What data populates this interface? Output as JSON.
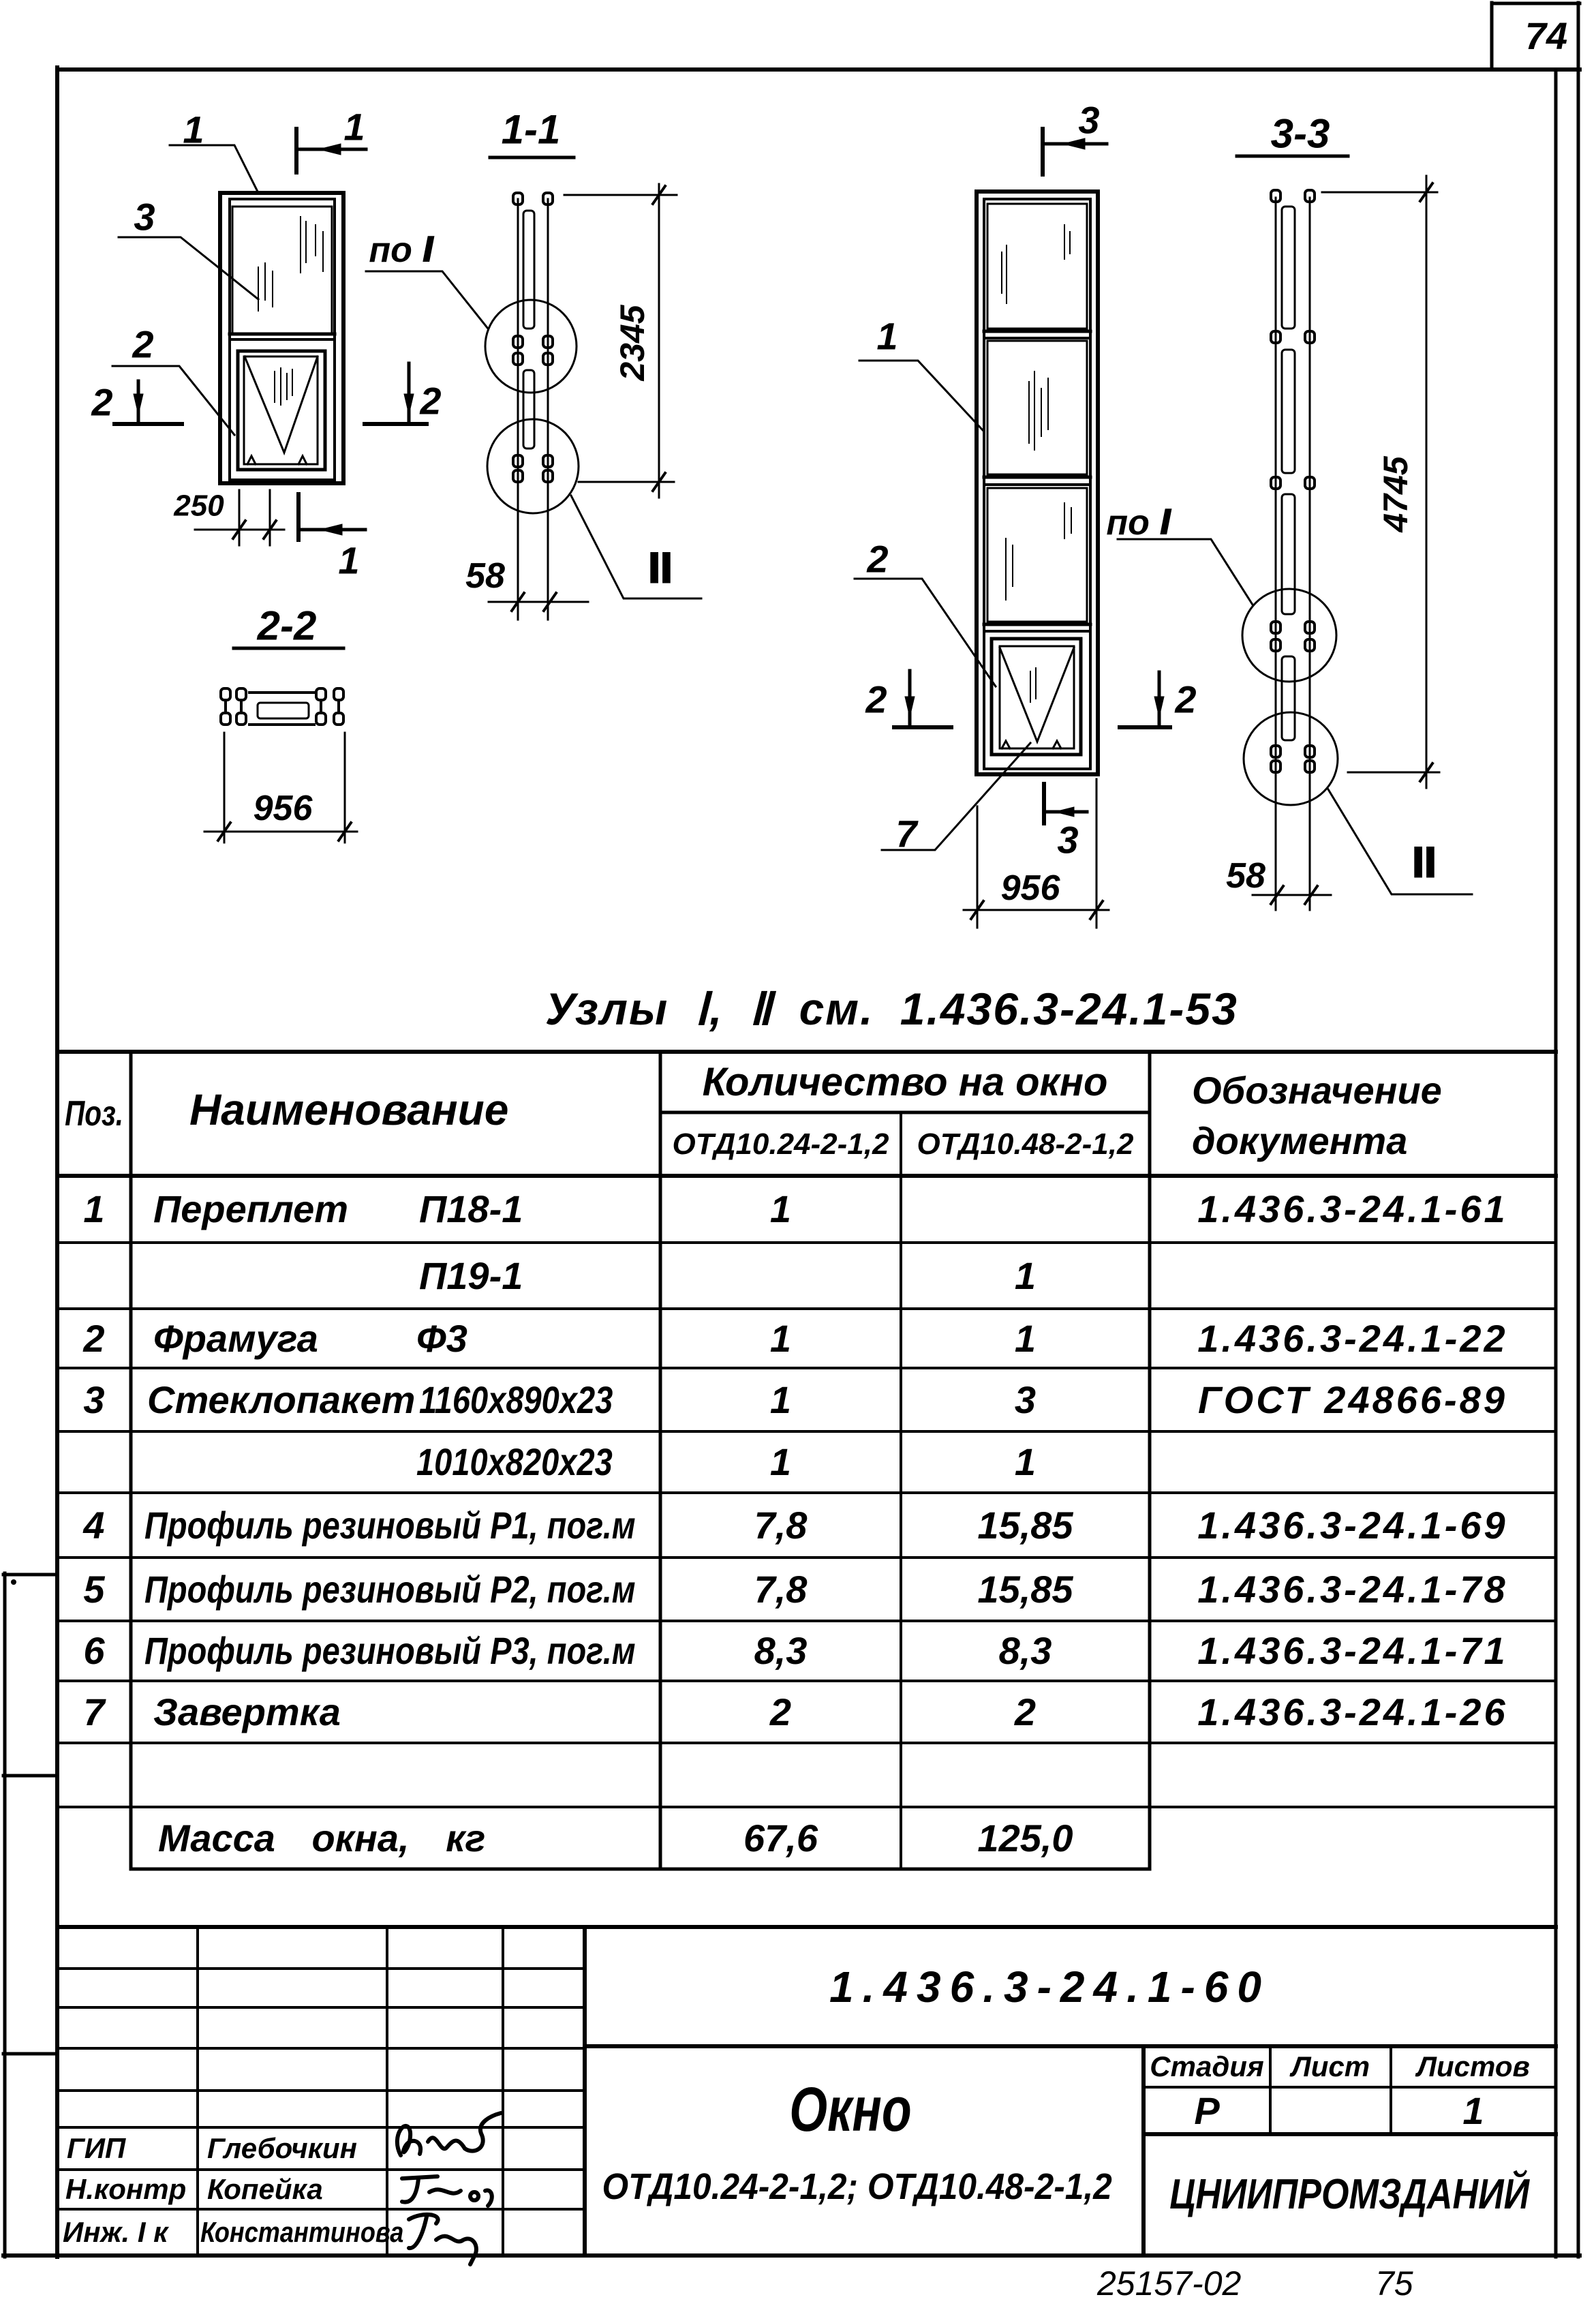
{
  "sheet_number": "74",
  "drawings": {
    "elevation_1": {
      "callout_1": "1",
      "callout_3": "3",
      "callout_2": "2",
      "section_top": "1",
      "section_bottom": "1",
      "section_2_left": "2",
      "section_2_right": "2",
      "dim_offset": "250"
    },
    "section_1_1": {
      "title": "1-1",
      "dim_height": "2345",
      "node_ref": "по Ⅰ",
      "node_2": "Ⅱ",
      "dim_depth": "58"
    },
    "section_2_2": {
      "title": "2-2",
      "dim_width": "956"
    },
    "elevation_2": {
      "callout_1": "1",
      "callout_2": "2",
      "callout_7": "7",
      "section_top": "3",
      "section_bottom": "3",
      "section_2_left": "2",
      "section_2_right": "2",
      "dim_width": "956"
    },
    "section_3_3": {
      "title": "3-3",
      "dim_height": "4745",
      "node_ref": "по Ⅰ",
      "node_2": "Ⅱ",
      "dim_depth": "58"
    }
  },
  "note": "Узлы Ⅰ, Ⅱ см. 1.436.3-24.1-53",
  "specification": {
    "headers": {
      "pos": "Поз.",
      "name": "Наименование",
      "qty_group": "Количество на окно",
      "qty_col_1": "ОТД10.24-2-1,2",
      "qty_col_2": "ОТД10.48-2-1,2",
      "doc_line_1": "Обозначение",
      "doc_line_2": "документа"
    },
    "rows": [
      {
        "pos": "1",
        "name": "Переплет",
        "mark": "П18-1",
        "qty_1": "1",
        "qty_2": "",
        "doc": "1.436.3-24.1-61"
      },
      {
        "pos": "",
        "name": "",
        "mark": "П19-1",
        "qty_1": "",
        "qty_2": "1",
        "doc": ""
      },
      {
        "pos": "2",
        "name": "Фрамуга",
        "mark": "Ф3",
        "qty_1": "1",
        "qty_2": "1",
        "doc": "1.436.3-24.1-22"
      },
      {
        "pos": "3",
        "name": "Стеклопакет",
        "mark": "1160x890x23",
        "qty_1": "1",
        "qty_2": "3",
        "doc": "ГОСТ 24866-89"
      },
      {
        "pos": "",
        "name": "",
        "mark": "1010x820x23",
        "qty_1": "1",
        "qty_2": "1",
        "doc": ""
      },
      {
        "pos": "4",
        "name": "Профиль резиновый Р1, пог.м",
        "mark": "",
        "qty_1": "7,8",
        "qty_2": "15,85",
        "doc": "1.436.3-24.1-69"
      },
      {
        "pos": "5",
        "name": "Профиль резиновый Р2, пог.м",
        "mark": "",
        "qty_1": "7,8",
        "qty_2": "15,85",
        "doc": "1.436.3-24.1-78"
      },
      {
        "pos": "6",
        "name": "Профиль резиновый Р3, пог.м",
        "mark": "",
        "qty_1": "8,3",
        "qty_2": "8,3",
        "doc": "1.436.3-24.1-71"
      },
      {
        "pos": "7",
        "name": "Завертка",
        "mark": "",
        "qty_1": "2",
        "qty_2": "2",
        "doc": "1.436.3-24.1-26"
      },
      {
        "pos": "",
        "name": "",
        "mark": "",
        "qty_1": "",
        "qty_2": "",
        "doc": ""
      },
      {
        "pos": "",
        "name": "Масса окна, кг",
        "mark": "",
        "qty_1": "67,6",
        "qty_2": "125,0",
        "doc": ""
      }
    ]
  },
  "title_block": {
    "doc_number": "1.436.3-24.1-60",
    "title": "Окно",
    "subtitle": "ОТД10.24-2-1,2; ОТД10.48-2-1,2",
    "stage_label": "Стадия",
    "sheet_label": "Лист",
    "sheets_label": "Листов",
    "stage": "Р",
    "sheet": "",
    "sheets": "1",
    "organization": "ЦНИИПРОМЗДАНИЙ",
    "staff": [
      {
        "role": "ГИП",
        "name": "Глебочкин"
      },
      {
        "role": "Н.контр",
        "name": "Копейка"
      },
      {
        "role": "Инж. I к",
        "name": "Константинова"
      }
    ]
  },
  "stamp": {
    "code": "25157-02",
    "page": "75"
  }
}
